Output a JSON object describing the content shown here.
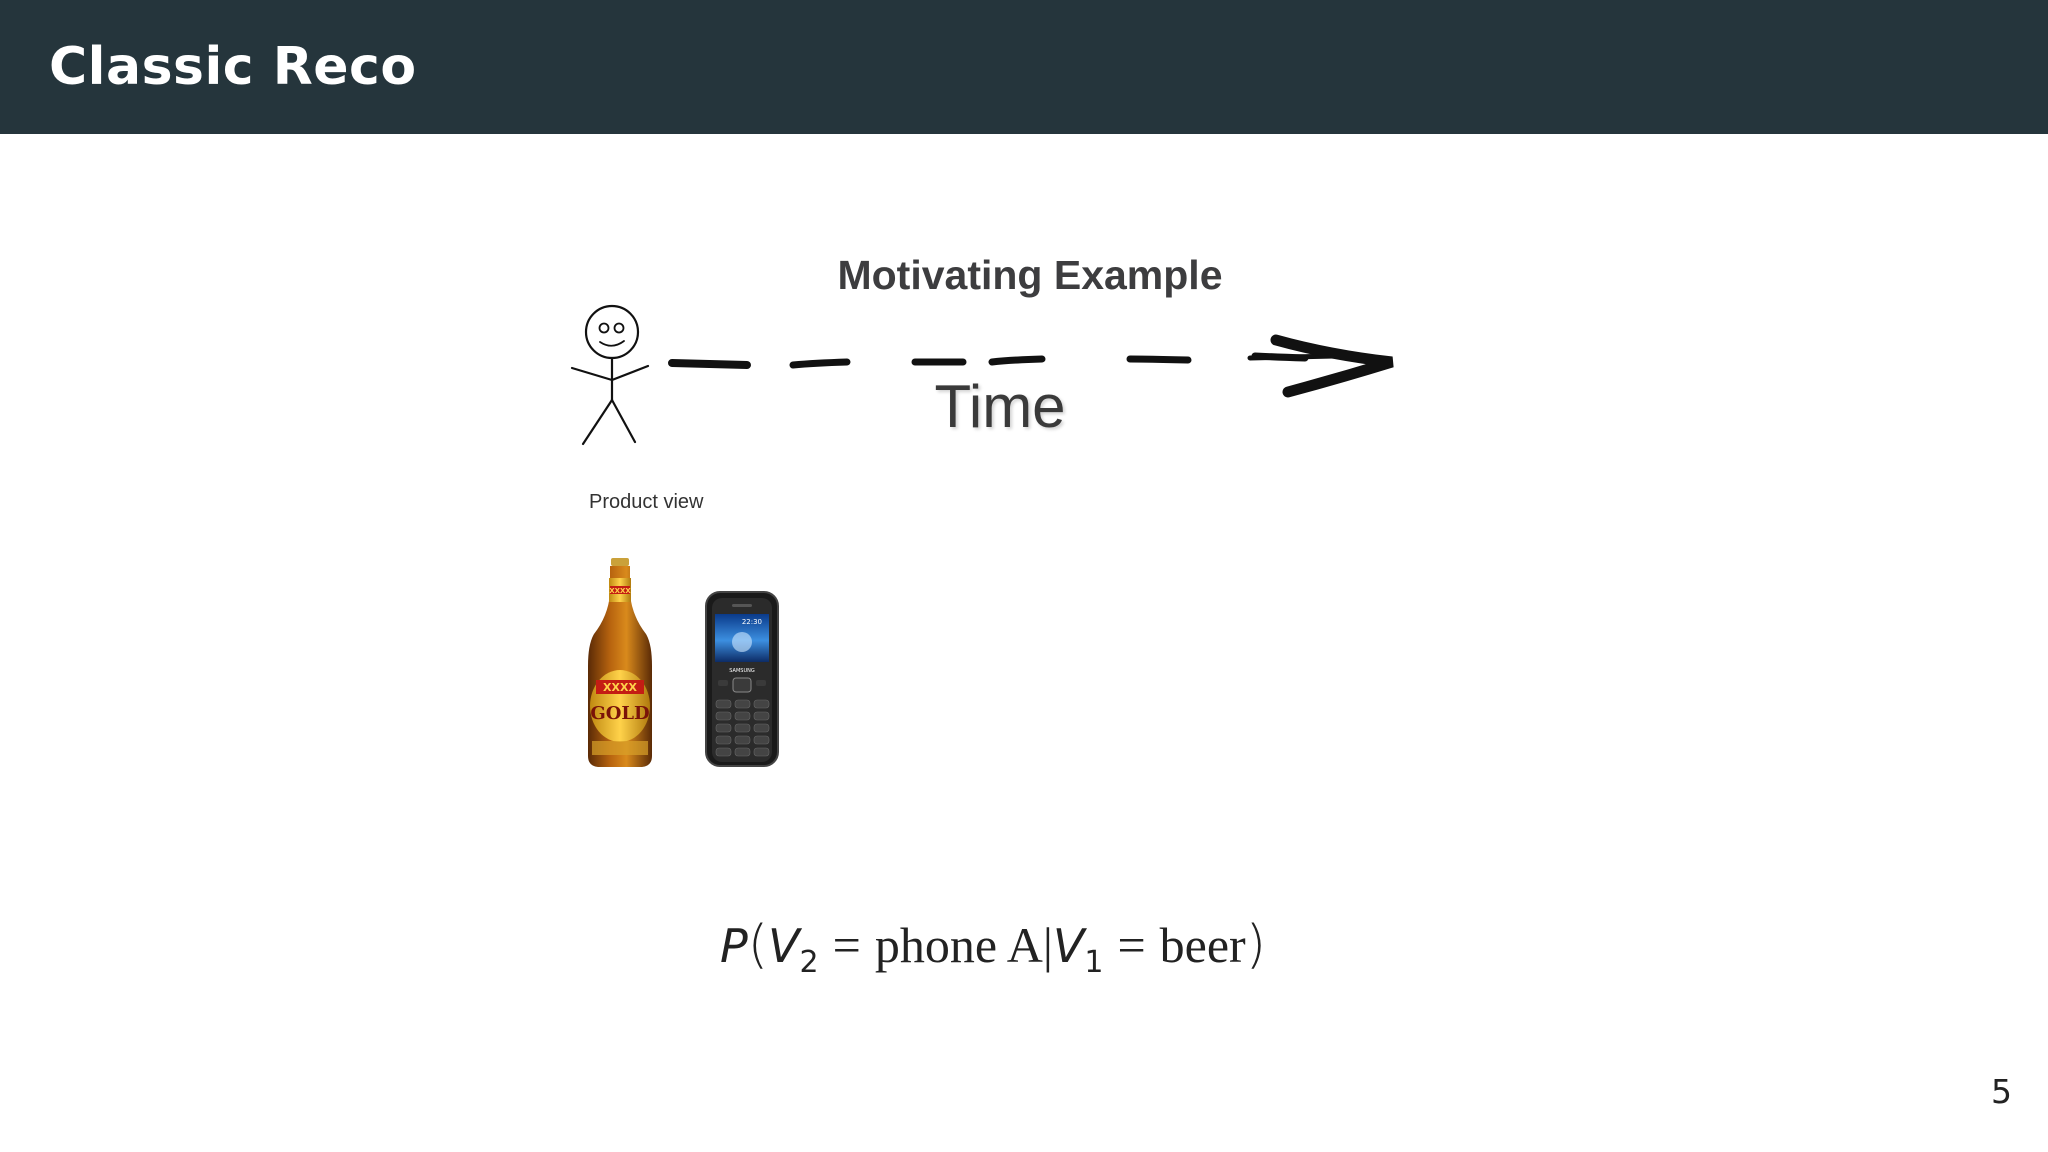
{
  "slide": {
    "title": "Classic Reco",
    "page_number": "5"
  },
  "figure": {
    "title": "Motivating Example",
    "time_label": "Time",
    "product_view_label": "Product view",
    "images": [
      "stick-figure-icon",
      "beer-bottle-icon",
      "mobile-phone-icon"
    ]
  },
  "formula": {
    "prob_symbol": "P",
    "open_paren": "(",
    "var_v": "V",
    "sub_2": "2",
    "equals": "=",
    "phone_value": "phone A",
    "bar": "|",
    "sub_1": "1",
    "beer_value": "beer",
    "close_paren": ")"
  },
  "colors": {
    "header_background": "#25353c",
    "header_text": "#ffffff",
    "figure_title": "#3d3d3f"
  }
}
